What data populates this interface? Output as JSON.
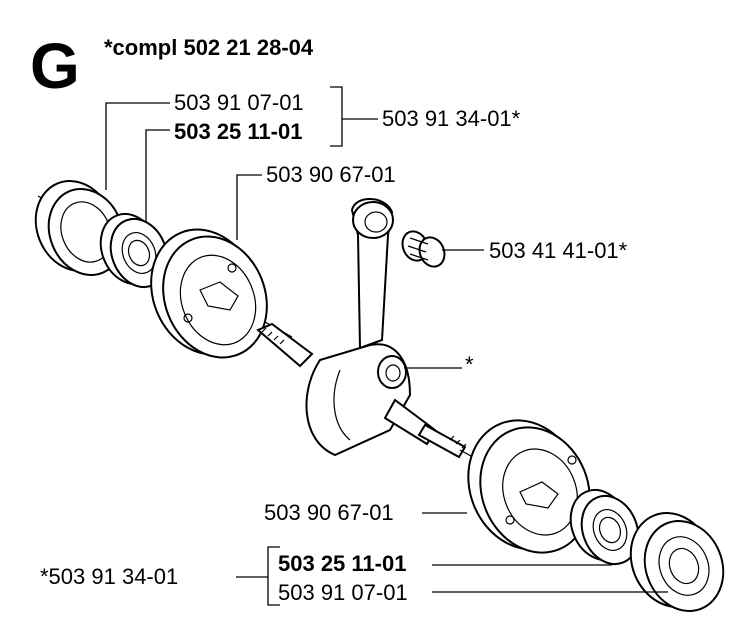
{
  "header": {
    "section_letter": "G",
    "assembly_label": "*compl 502 21 28-04"
  },
  "callouts": {
    "top_bearing_seal": "503 91 07-01",
    "top_bearing": "503 25 11-01",
    "top_group": "503 91 34-01*",
    "top_flywheel_half": "503 90 67-01",
    "needle_bearing": "503 41 41-01*",
    "crank_marker": "*",
    "bottom_flywheel_half": "503 90 67-01",
    "bottom_group": "*503 91 34-01",
    "bottom_bearing": "503 25 11-01",
    "bottom_bearing_seal": "503 91 07-01"
  },
  "colors": {
    "ink": "#000000",
    "paper": "#ffffff"
  }
}
